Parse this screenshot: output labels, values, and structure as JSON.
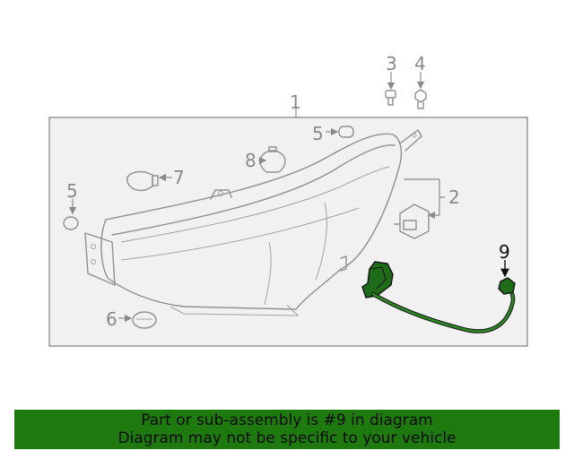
{
  "callouts": {
    "c1": "1",
    "c2": "2",
    "c3": "3",
    "c4": "4",
    "c5a": "5",
    "c5b": "5",
    "c6": "6",
    "c7": "7",
    "c8": "8",
    "c9": "9"
  },
  "banner": {
    "line1": "Part or sub-assembly is #9 in diagram",
    "line2": "Diagram may not be specific to your vehicle"
  },
  "colors": {
    "banner_bg": "#1e7a0e",
    "highlight_part": "#1e6b1a",
    "line_gray": "#8f8f8f"
  }
}
